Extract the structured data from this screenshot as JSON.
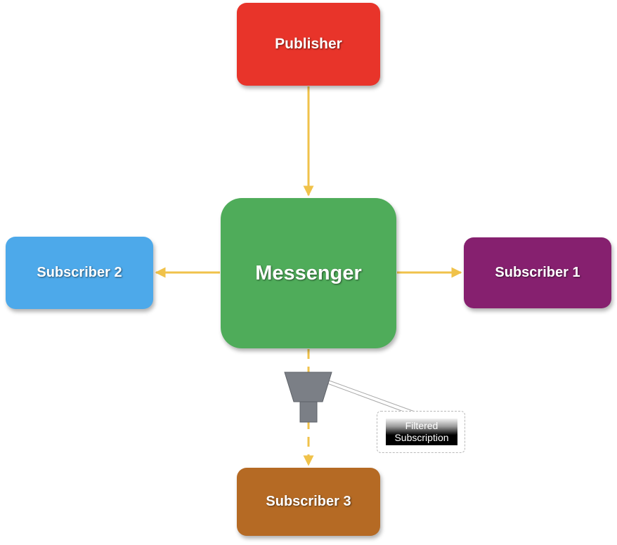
{
  "nodes": {
    "publisher": "Publisher",
    "messenger": "Messenger",
    "subscriber_1": "Subscriber 1",
    "subscriber_2": "Subscriber 2",
    "subscriber_3": "Subscriber 3"
  },
  "filter_callout": {
    "line1": "Filtered",
    "line2": "Subscription"
  },
  "colors": {
    "publisher": "#e8342a",
    "messenger": "#4fac5a",
    "subscriber_1": "#86206f",
    "subscriber_2": "#4da9ea",
    "subscriber_3": "#b56a24",
    "connector": "#f0c24a",
    "funnel": "#7b7f86"
  },
  "icons": {
    "filter": "funnel-icon"
  }
}
